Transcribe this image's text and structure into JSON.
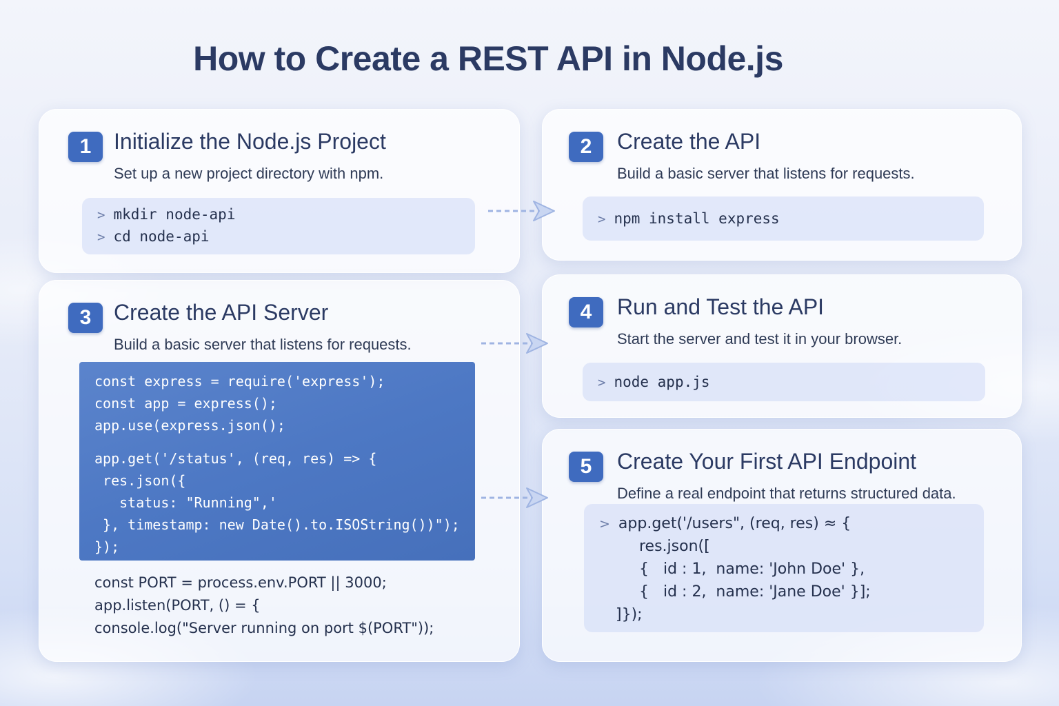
{
  "title": "How to Create a REST API in Node.js",
  "colors": {
    "badge": "#3f6bbf",
    "code_block": "#4d78c4",
    "title": "#2b3a63"
  },
  "steps": [
    {
      "number": "1",
      "title": "Initialize the Node.js Project",
      "description": "Set up a new project directory with npm.",
      "commands": [
        "mkdir node-api",
        "cd node-api"
      ]
    },
    {
      "number": "2",
      "title": "Create the API",
      "description": "Build a basic server that listens for requests.",
      "commands": [
        "npm install express"
      ]
    },
    {
      "number": "3",
      "title": "Create the API Server",
      "description": "Build a basic server that listens for requests.",
      "code_highlighted": [
        "const express = require('express');",
        "const app = express();",
        "app.use(express.json();",
        "app.get('/status', (req, res) => {",
        " res.json({",
        "   status: \"Running\",'",
        " }, timestamp: new Date().to.ISOString())\");",
        "});"
      ],
      "code_plain": [
        "const PORT = process.env.PORT || 3000;",
        "app.listen(PORT, () = {",
        "console.log(\"Server running on port $(PORT\"));"
      ]
    },
    {
      "number": "4",
      "title": "Run and Test the API",
      "description": "Start the server and test it in your browser.",
      "commands": [
        "node app.js"
      ]
    },
    {
      "number": "5",
      "title": "Create Your First API Endpoint",
      "description": "Define a real endpoint that returns structured data.",
      "code": [
        "app.get('/users\", (req, res) ≈ {",
        "res.json([",
        "{   id : 1,  name: 'John Doe' },",
        "{   id : 2,  name: 'Jane Doe' }];",
        "]});"
      ]
    }
  ],
  "icons": {
    "prompt": "chevron-right-icon",
    "connector": "dashed-arrow-icon"
  }
}
